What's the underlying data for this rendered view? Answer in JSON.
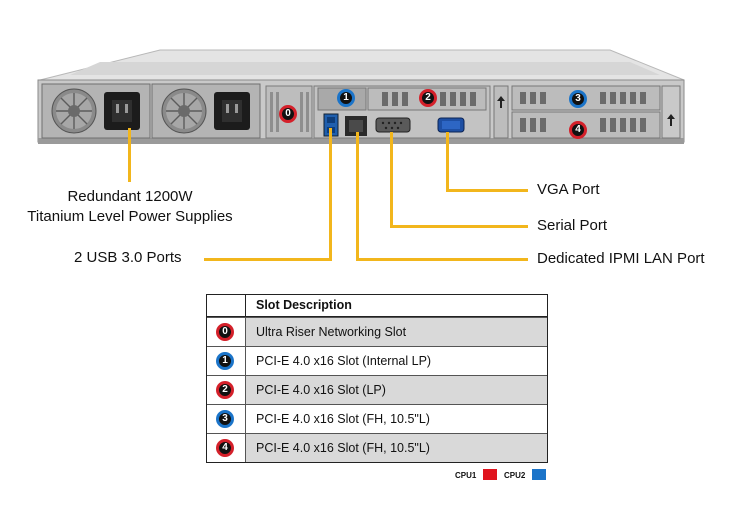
{
  "callouts": {
    "power_supplies_line1": "Redundant 1200W",
    "power_supplies_line2": "Titanium Level Power Supplies",
    "usb": "2 USB 3.0 Ports",
    "vga": "VGA Port",
    "serial": "Serial Port",
    "ipmi": "Dedicated IPMI LAN Port"
  },
  "table": {
    "header": "Slot Description",
    "rows": [
      {
        "num": "0",
        "cpu": "CPU1",
        "desc": "Ultra Riser Networking Slot"
      },
      {
        "num": "1",
        "cpu": "CPU2",
        "desc": "PCI-E 4.0 x16 Slot (Internal LP)"
      },
      {
        "num": "2",
        "cpu": "CPU1",
        "desc": "PCI-E 4.0 x16 Slot (LP)"
      },
      {
        "num": "3",
        "cpu": "CPU2",
        "desc": "PCI-E 4.0 x16 Slot (FH, 10.5\"L)"
      },
      {
        "num": "4",
        "cpu": "CPU1",
        "desc": "PCI-E 4.0 x16 Slot (FH, 10.5\"L)"
      }
    ]
  },
  "legend": {
    "cpu1_label": "CPU1",
    "cpu2_label": "CPU2",
    "cpu1_color": "#e0141e",
    "cpu2_color": "#1b74c9"
  },
  "chassis_badges": {
    "slot0": "0",
    "slot1": "1",
    "slot2": "2",
    "slot3": "3",
    "slot4": "4"
  }
}
